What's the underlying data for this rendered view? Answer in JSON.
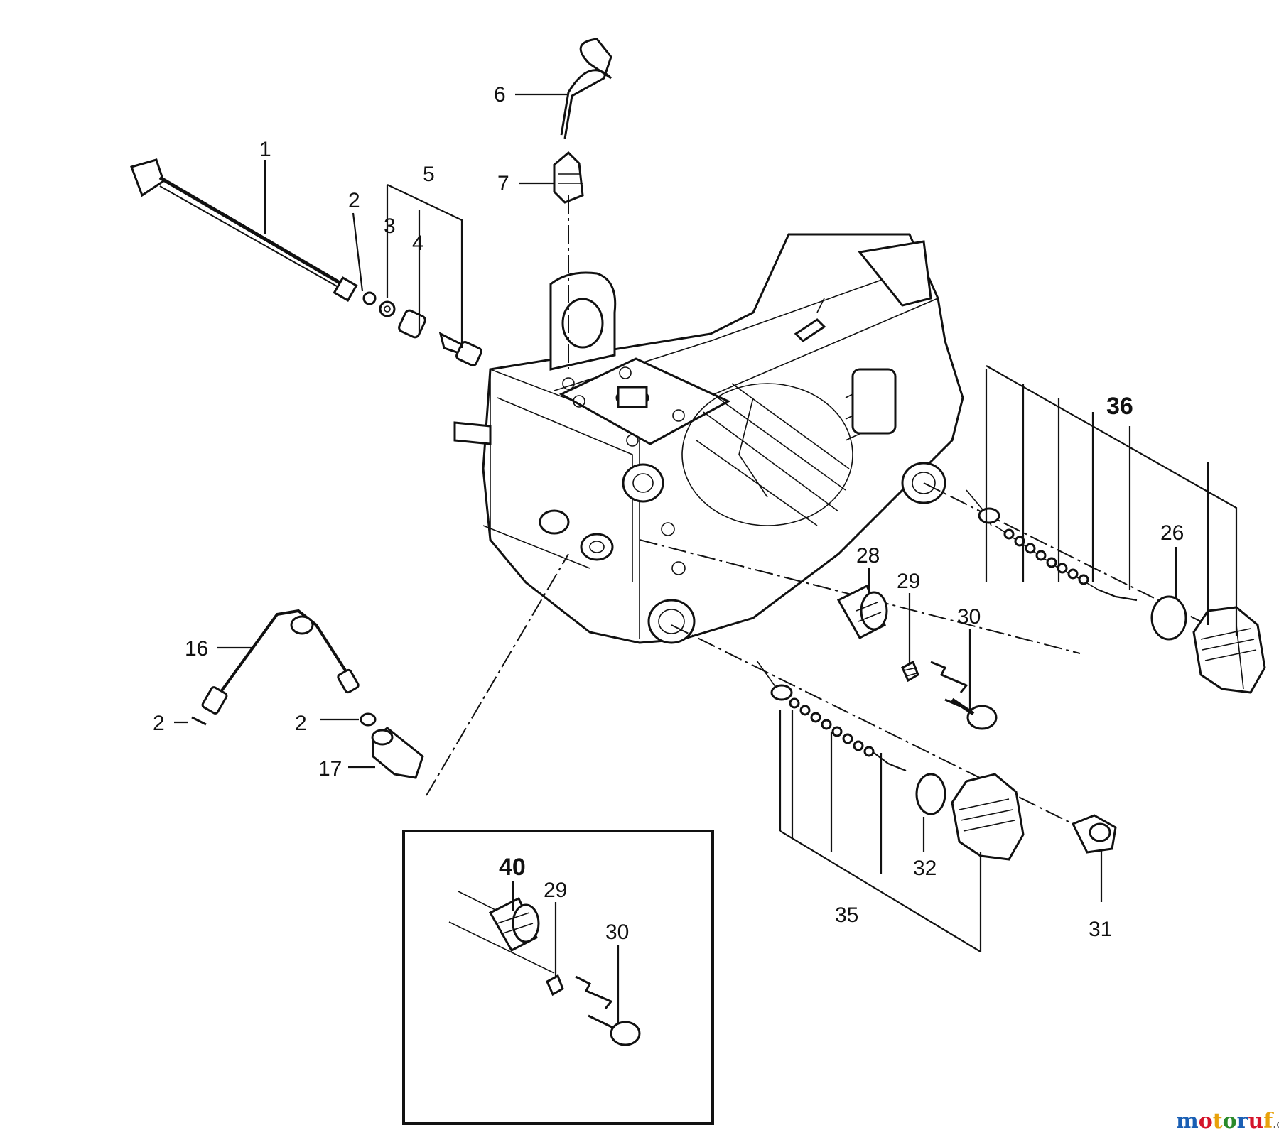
{
  "diagram": {
    "labels": {
      "p1": "1",
      "p2a": "2",
      "p3": "3",
      "p4": "4",
      "p5": "5",
      "p6": "6",
      "p7": "7",
      "p16": "16",
      "p2b": "2",
      "p2c": "2",
      "p17": "17",
      "p28": "28",
      "p29": "29",
      "p30": "30",
      "p36": "36",
      "p26": "26",
      "p32": "32",
      "p35": "35",
      "p31": "31",
      "inset40": "40",
      "inset29": "29",
      "inset30": "30"
    }
  },
  "watermark": {
    "text_a": "motoruf",
    "text_b": ".de",
    "colors": [
      "#1a5fb4",
      "#d4142a",
      "#e8a10b",
      "#2a8a2a"
    ]
  }
}
